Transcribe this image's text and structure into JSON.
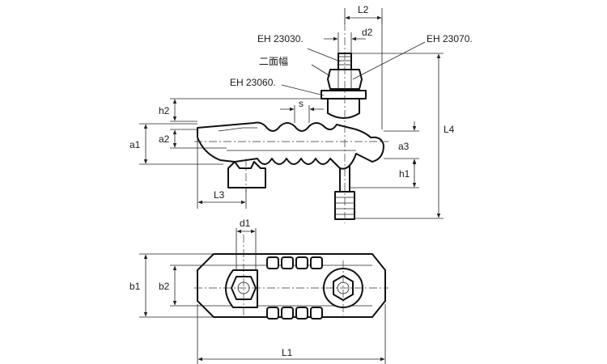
{
  "labels": {
    "L1": "L1",
    "L2": "L2",
    "L3": "L3",
    "L4": "L4",
    "d1": "d1",
    "d2": "d2",
    "a1": "a1",
    "a2": "a2",
    "a3": "a3",
    "b1": "b1",
    "b2": "b2",
    "h1": "h1",
    "h2": "h2",
    "s": "s"
  },
  "parts": {
    "eh23030": "EH 23030.",
    "eh23070": "EH 23070.",
    "eh23060": "EH 23060.",
    "flats": "二面幅"
  }
}
